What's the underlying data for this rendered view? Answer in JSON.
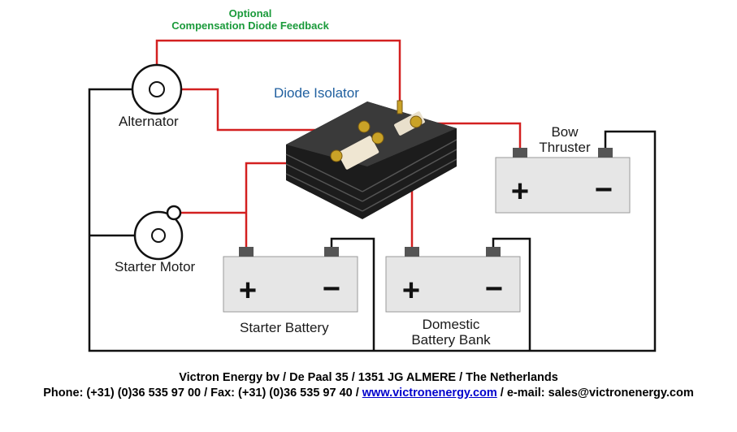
{
  "diagram": {
    "optional_line1": "Optional",
    "optional_line2": "Compensation Diode Feedback",
    "isolator_title": "Diode Isolator",
    "alternator": "Alternator",
    "starter_motor": "Starter Motor",
    "starter_battery": "Starter Battery",
    "domestic_line1": "Domestic",
    "domestic_line2": "Battery Bank",
    "bow_line1": "Bow",
    "bow_line2": "Thruster",
    "plus_sign": "+",
    "minus_sign": "−"
  },
  "footer": {
    "line1": "Victron Energy bv / De Paal 35 / 1351 JG ALMERE / The Netherlands",
    "line2_prefix": "Phone: (+31) (0)36 535 97 00 / Fax: (+31) (0)36 535 97 40 / ",
    "link_text": "www.victronenergy.com",
    "line2_suffix": " / e-mail: sales@victronenergy.com"
  },
  "colors": {
    "positive_wire": "#d32020",
    "negative_wire": "#111111",
    "feedback_wire": "#d32020",
    "battery_body": "#e6e6e6",
    "isolator_body": "#1c1c1c"
  }
}
